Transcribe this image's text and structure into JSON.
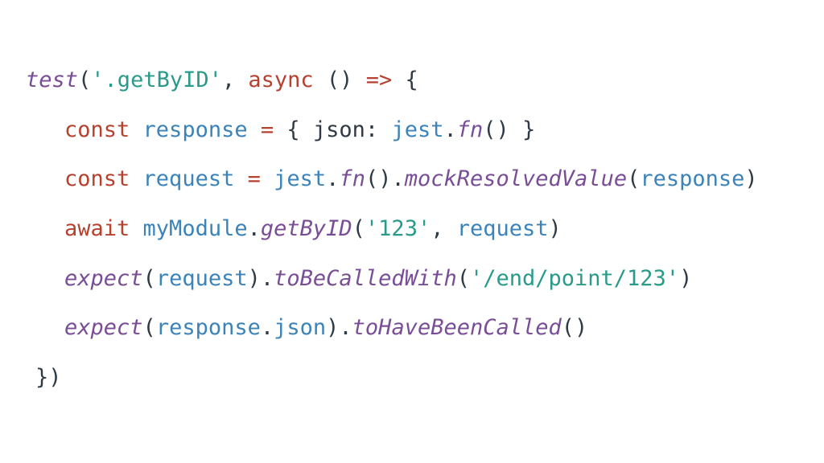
{
  "colors": {
    "function_call": "#7a4e96",
    "keyword": "#b5412f",
    "string": "#2a9a8a",
    "identifier": "#3b83b8",
    "punctuation": "#2f3a44",
    "background": "#ffffff"
  },
  "code": {
    "lines": [
      [
        {
          "t": "test",
          "c": "function_call",
          "i": true
        },
        {
          "t": "(",
          "c": "punctuation"
        },
        {
          "t": "'.getByID'",
          "c": "string"
        },
        {
          "t": ", ",
          "c": "punctuation"
        },
        {
          "t": "async",
          "c": "keyword"
        },
        {
          "t": " () ",
          "c": "punctuation"
        },
        {
          "t": "=>",
          "c": "keyword"
        },
        {
          "t": " {",
          "c": "punctuation"
        }
      ],
      [
        {
          "t": "const",
          "c": "keyword"
        },
        {
          "t": " ",
          "c": "punctuation"
        },
        {
          "t": "response",
          "c": "identifier"
        },
        {
          "t": " ",
          "c": "punctuation"
        },
        {
          "t": "=",
          "c": "keyword"
        },
        {
          "t": " { json: ",
          "c": "punctuation"
        },
        {
          "t": "jest",
          "c": "identifier"
        },
        {
          "t": ".",
          "c": "punctuation"
        },
        {
          "t": "fn",
          "c": "function_call",
          "i": true
        },
        {
          "t": "() }",
          "c": "punctuation"
        }
      ],
      [
        {
          "t": "const",
          "c": "keyword"
        },
        {
          "t": " ",
          "c": "punctuation"
        },
        {
          "t": "request",
          "c": "identifier"
        },
        {
          "t": " ",
          "c": "punctuation"
        },
        {
          "t": "=",
          "c": "keyword"
        },
        {
          "t": " ",
          "c": "punctuation"
        },
        {
          "t": "jest",
          "c": "identifier"
        },
        {
          "t": ".",
          "c": "punctuation"
        },
        {
          "t": "fn",
          "c": "function_call",
          "i": true
        },
        {
          "t": "().",
          "c": "punctuation"
        },
        {
          "t": "mockResolvedValue",
          "c": "function_call",
          "i": true
        },
        {
          "t": "(",
          "c": "punctuation"
        },
        {
          "t": "response",
          "c": "identifier"
        },
        {
          "t": ")",
          "c": "punctuation"
        }
      ],
      [
        {
          "t": "await",
          "c": "keyword"
        },
        {
          "t": " ",
          "c": "punctuation"
        },
        {
          "t": "myModule",
          "c": "identifier"
        },
        {
          "t": ".",
          "c": "punctuation"
        },
        {
          "t": "getByID",
          "c": "function_call",
          "i": true
        },
        {
          "t": "(",
          "c": "punctuation"
        },
        {
          "t": "'123'",
          "c": "string"
        },
        {
          "t": ", ",
          "c": "punctuation"
        },
        {
          "t": "request",
          "c": "identifier"
        },
        {
          "t": ")",
          "c": "punctuation"
        }
      ],
      [
        {
          "t": "expect",
          "c": "function_call",
          "i": true
        },
        {
          "t": "(",
          "c": "punctuation"
        },
        {
          "t": "request",
          "c": "identifier"
        },
        {
          "t": ").",
          "c": "punctuation"
        },
        {
          "t": "toBeCalledWith",
          "c": "function_call",
          "i": true
        },
        {
          "t": "(",
          "c": "punctuation"
        },
        {
          "t": "'/end/point/123'",
          "c": "string"
        },
        {
          "t": ")",
          "c": "punctuation"
        }
      ],
      [
        {
          "t": "expect",
          "c": "function_call",
          "i": true
        },
        {
          "t": "(",
          "c": "punctuation"
        },
        {
          "t": "response",
          "c": "identifier"
        },
        {
          "t": ".",
          "c": "punctuation"
        },
        {
          "t": "json",
          "c": "identifier"
        },
        {
          "t": ").",
          "c": "punctuation"
        },
        {
          "t": "toHaveBeenCalled",
          "c": "function_call",
          "i": true
        },
        {
          "t": "()",
          "c": "punctuation"
        }
      ],
      [
        {
          "t": "})",
          "c": "punctuation"
        }
      ]
    ]
  }
}
